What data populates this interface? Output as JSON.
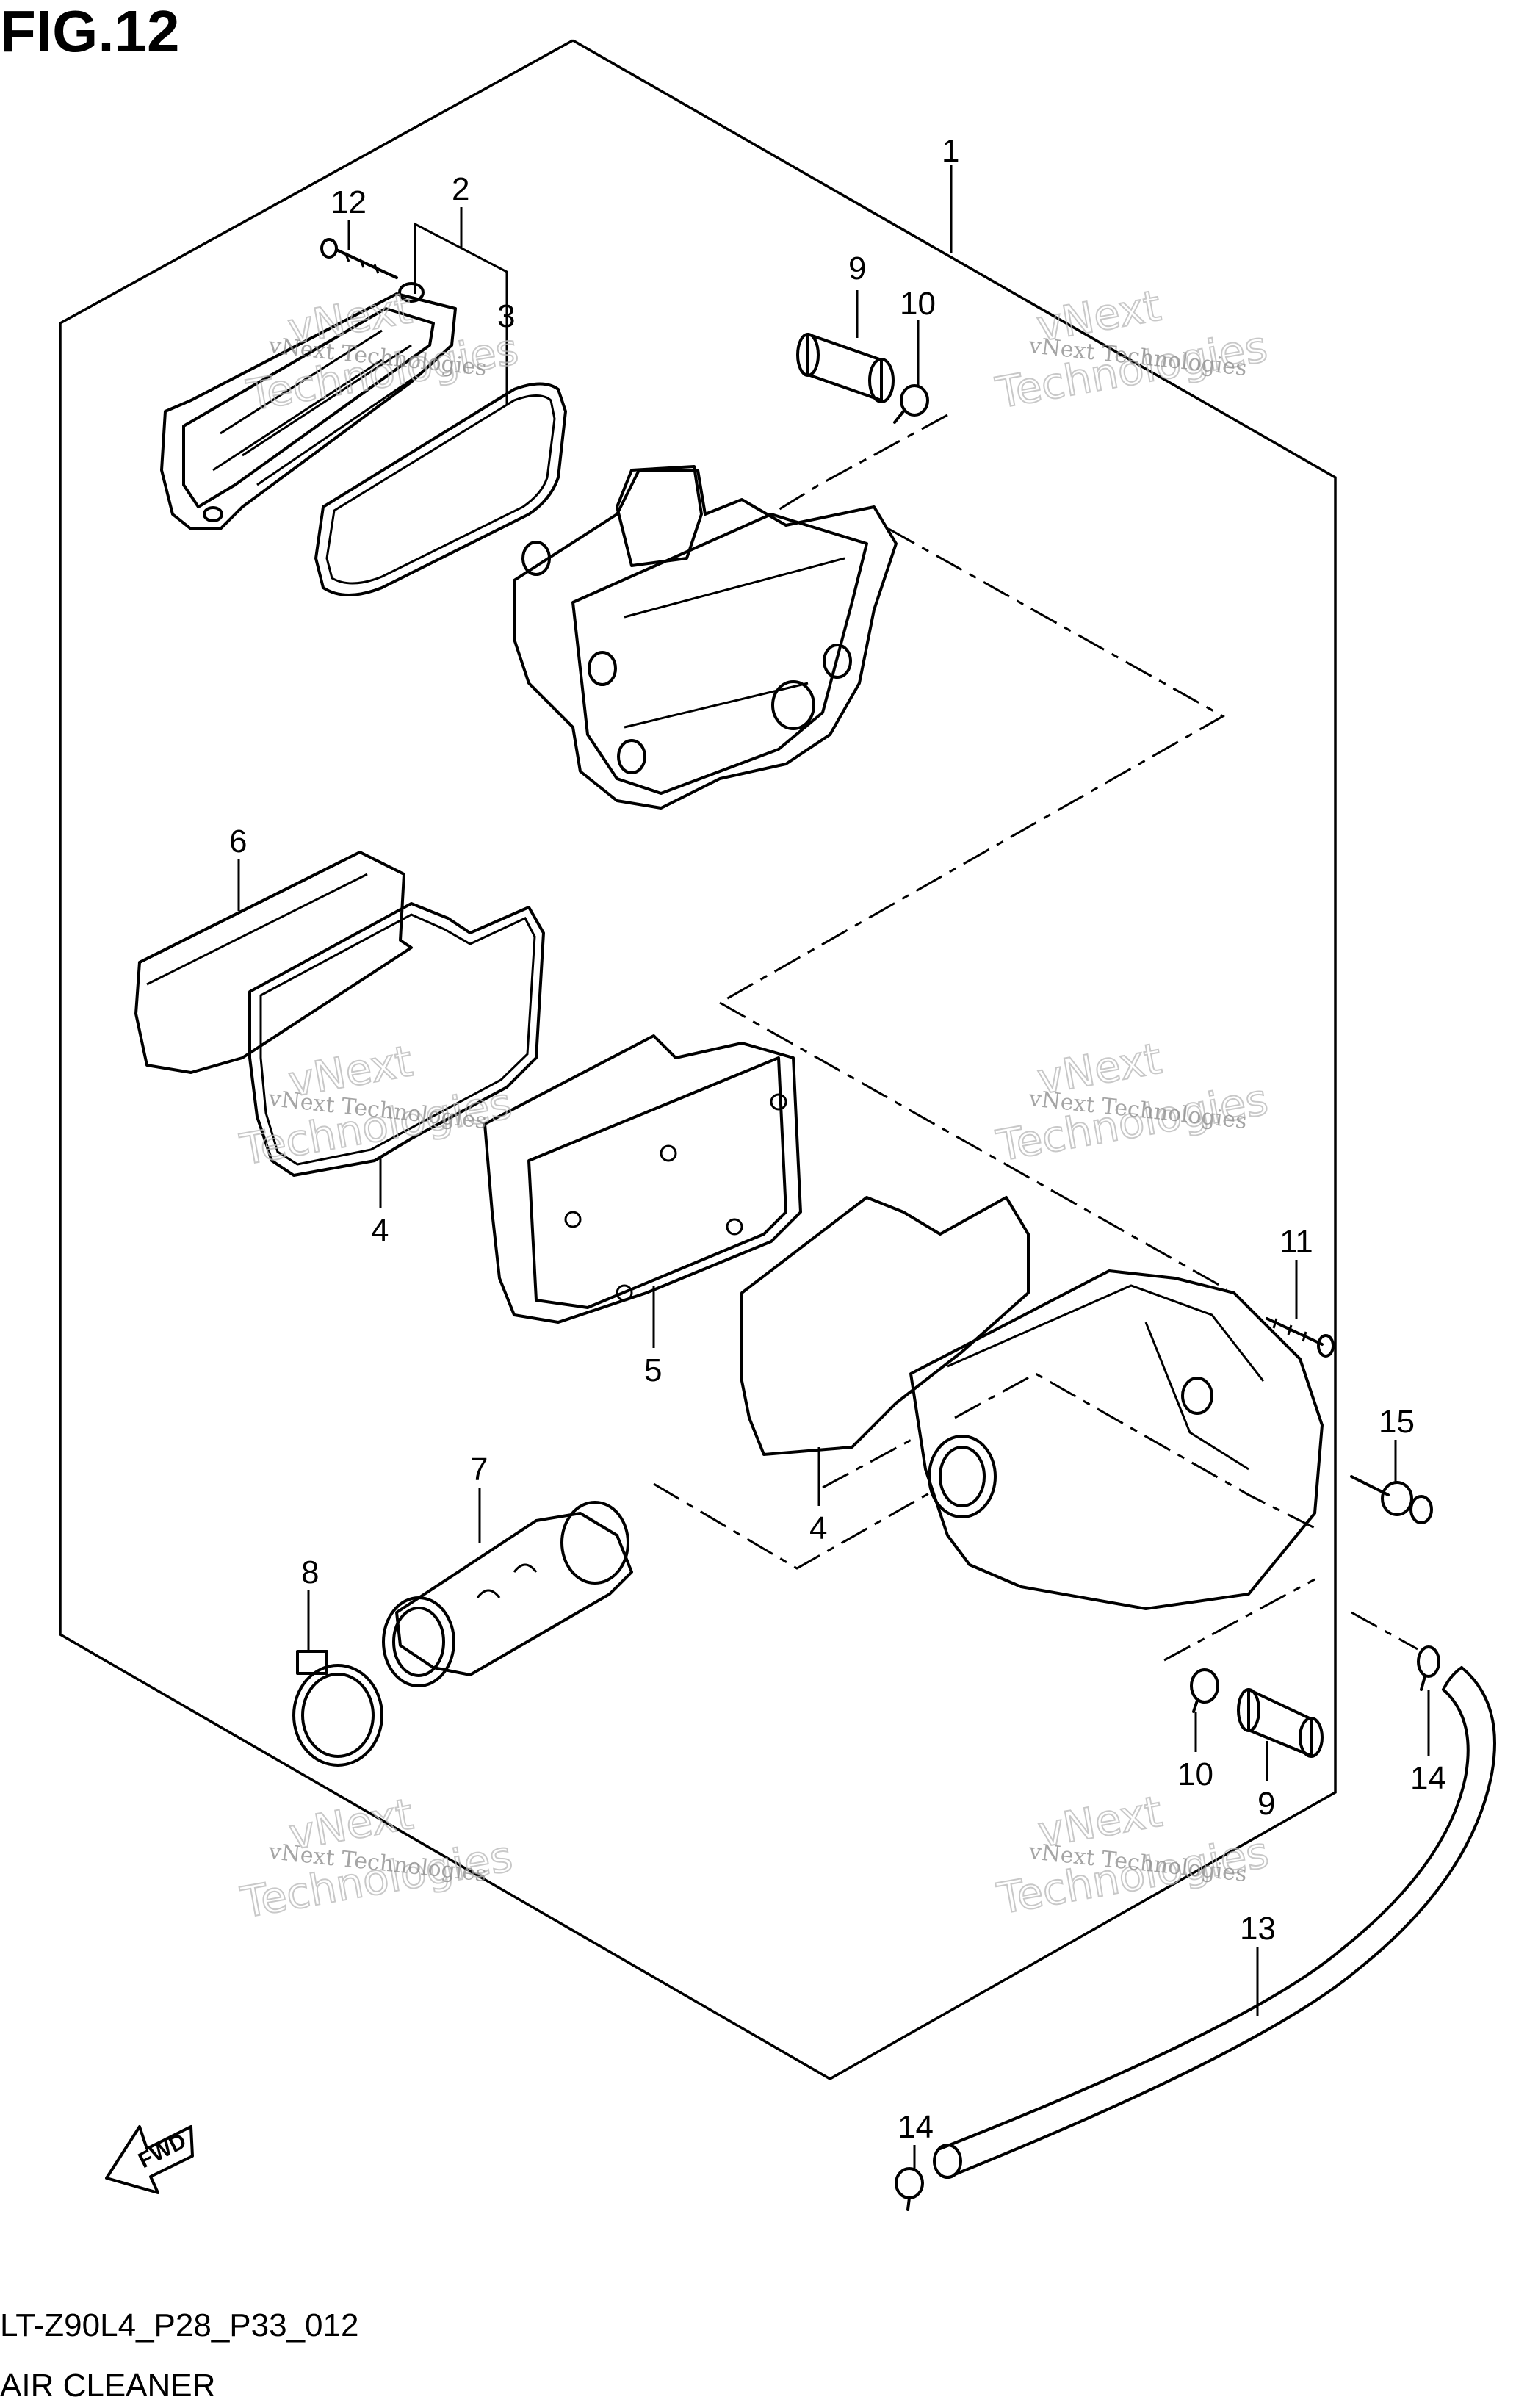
{
  "figure": {
    "title": "FIG.12"
  },
  "footer": {
    "model_code": "LT-Z90L4_P28_P33_012",
    "section_name": "AIR CLEANER"
  },
  "fwd_arrow": {
    "label": "FWD"
  },
  "watermark": {
    "brand_line": "vNext Technologies",
    "big_line_1": "vNext",
    "big_line_2": "Technologies"
  },
  "callouts": [
    {
      "id": "1",
      "text": "1"
    },
    {
      "id": "2",
      "text": "2"
    },
    {
      "id": "3",
      "text": "3"
    },
    {
      "id": "4a",
      "text": "4"
    },
    {
      "id": "4b",
      "text": "4"
    },
    {
      "id": "5",
      "text": "5"
    },
    {
      "id": "6",
      "text": "6"
    },
    {
      "id": "7",
      "text": "7"
    },
    {
      "id": "8",
      "text": "8"
    },
    {
      "id": "9a",
      "text": "9"
    },
    {
      "id": "9b",
      "text": "9"
    },
    {
      "id": "10a",
      "text": "10"
    },
    {
      "id": "10b",
      "text": "10"
    },
    {
      "id": "11",
      "text": "11"
    },
    {
      "id": "12",
      "text": "12"
    },
    {
      "id": "13",
      "text": "13"
    },
    {
      "id": "14a",
      "text": "14"
    },
    {
      "id": "14b",
      "text": "14"
    },
    {
      "id": "15",
      "text": "15"
    }
  ]
}
